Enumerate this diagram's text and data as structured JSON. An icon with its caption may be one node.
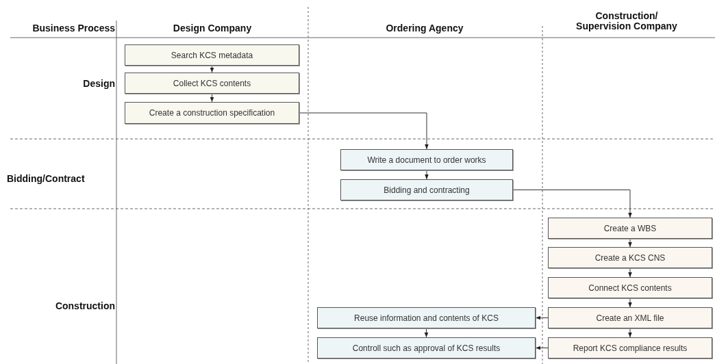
{
  "diagram": {
    "nodes": [
      {
        "text": [
          "Search KCS metadata"
        ]
      },
      {
        "text": [
          "Collect KCS contents"
        ]
      },
      {
        "text": [
          "Create a construction specification"
        ]
      },
      {
        "text": [
          "Write a document to order works"
        ]
      },
      {
        "text": [
          "Bidding and contracting"
        ]
      },
      {
        "text": [
          "Create a WBS"
        ]
      },
      {
        "text": [
          "Create a KCS CNS"
        ]
      },
      {
        "text": [
          "Connect KCS contents"
        ]
      },
      {
        "text": [
          "Create an XML file"
        ]
      },
      {
        "text": [
          "Report KCS compliance results"
        ]
      },
      {
        "text": [
          "Reuse information and contents of KCS"
        ]
      },
      {
        "text": [
          "Controll such as approval of KCS results"
        ]
      }
    ],
    "edges": [
      {
        "from": 0,
        "to": 1,
        "arrow": "to"
      },
      {
        "from": 1,
        "to": 2,
        "arrow": "to"
      },
      {
        "from": 2,
        "to": 3,
        "arrow": "to"
      },
      {
        "from": 3,
        "to": 4,
        "arrow": "to"
      },
      {
        "from": 4,
        "to": 5,
        "arrow": "to"
      },
      {
        "from": 5,
        "to": 6,
        "arrow": "to"
      },
      {
        "from": 6,
        "to": 7,
        "arrow": "to"
      },
      {
        "from": 7,
        "to": 8,
        "arrow": "to"
      },
      {
        "from": 8,
        "to": 9,
        "arrow": "to"
      },
      {
        "from": 8,
        "to": 10,
        "arrow": "to"
      },
      {
        "from": 10,
        "to": 11,
        "arrow": "to"
      },
      {
        "from": 9,
        "to": 11,
        "arrow": "to"
      }
    ],
    "labels": [
      "Business Process",
      "Design Company",
      "Ordering Agency",
      "Construction/ Supervision Company",
      "Design",
      "Bidding/Contract",
      "Construction"
    ]
  }
}
